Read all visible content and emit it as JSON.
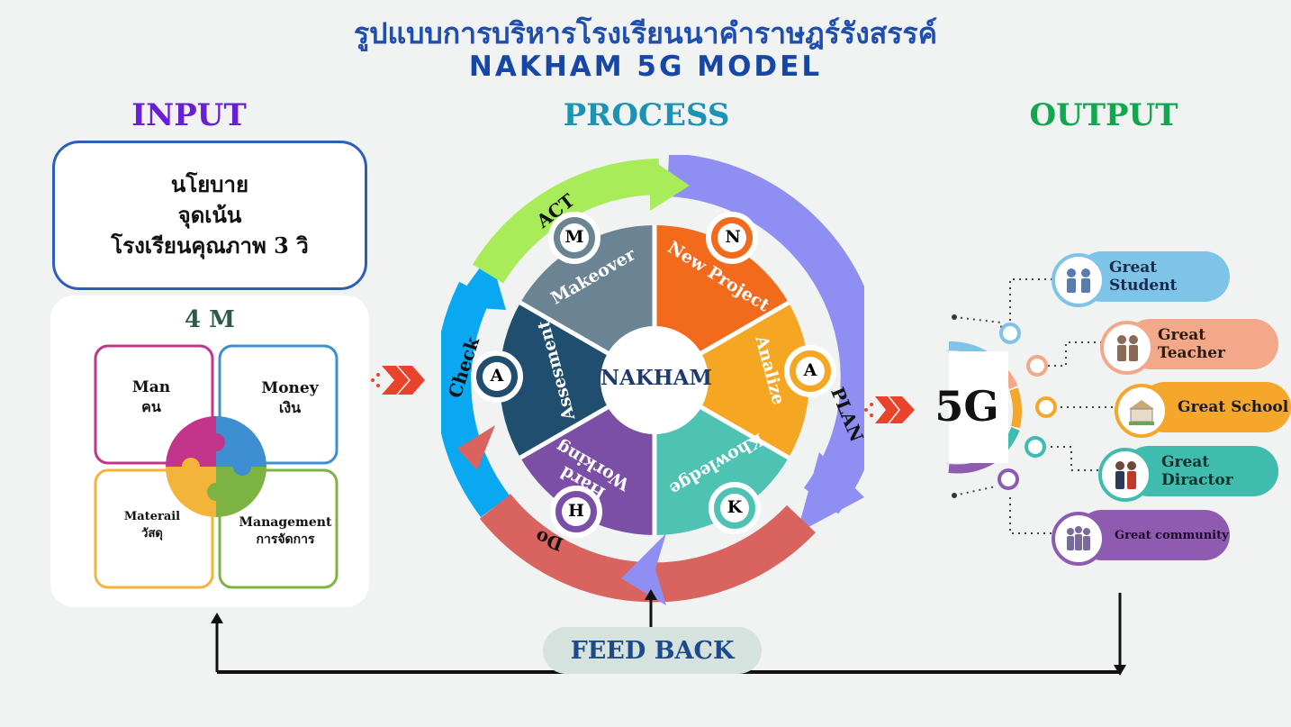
{
  "header": {
    "title_th": "รูปแบบการบริหารโรงเรียนนาคำราษฎร์รังสรรค์",
    "title_en": "NAKHAM 5G MODEL"
  },
  "sections": {
    "input": "INPUT",
    "process": "PROCESS",
    "output": "OUTPUT"
  },
  "policy": {
    "lines": [
      "นโยบาย",
      "จุดเน้น",
      "โรงเรียนคุณภาพ 3 วิ"
    ]
  },
  "four_m": {
    "title": "4 M",
    "items": [
      {
        "en": "Man",
        "th": "คน",
        "color": "#c2358a"
      },
      {
        "en": "Money",
        "th": "เงิน",
        "color": "#3d8fd1"
      },
      {
        "en": "Materail",
        "th": "วัสดุ",
        "color": "#f4b43a"
      },
      {
        "en": "Management",
        "th": "การจัดการ",
        "color": "#7cb342"
      }
    ]
  },
  "process": {
    "center": "NAKHAM",
    "segments": [
      {
        "letter": "N",
        "word": "New Project",
        "color": "#f26b1d"
      },
      {
        "letter": "A",
        "word": "Analize",
        "color": "#f5a623"
      },
      {
        "letter": "K",
        "word": "Khowledge",
        "color": "#4ec3b3"
      },
      {
        "letter": "H",
        "word": "Hard Working",
        "color": "#7b4fa6"
      },
      {
        "letter": "A",
        "word": "Assesment",
        "color": "#1f4e6e"
      },
      {
        "letter": "M",
        "word": "Makeover",
        "color": "#6b8494"
      }
    ],
    "cycle": {
      "plan": "PLAN",
      "do": "Do",
      "check": "Check",
      "act": "ACT"
    }
  },
  "output": {
    "hub": "5G",
    "items": [
      {
        "label": "Great Student",
        "color": "#7ec3e8"
      },
      {
        "label": "Great Teacher",
        "color": "#f4a88a"
      },
      {
        "label": "Great School",
        "color": "#f4a72a"
      },
      {
        "label": "Great Diractor",
        "color": "#3fbcae"
      },
      {
        "label": "Great community",
        "color": "#8e5bb0"
      }
    ]
  },
  "feedback": {
    "label": "FEED BACK"
  },
  "colors": {
    "title": "#1e4fb0",
    "input": "#6a1fd6",
    "process": "#1a93b5",
    "output": "#12a64f"
  }
}
